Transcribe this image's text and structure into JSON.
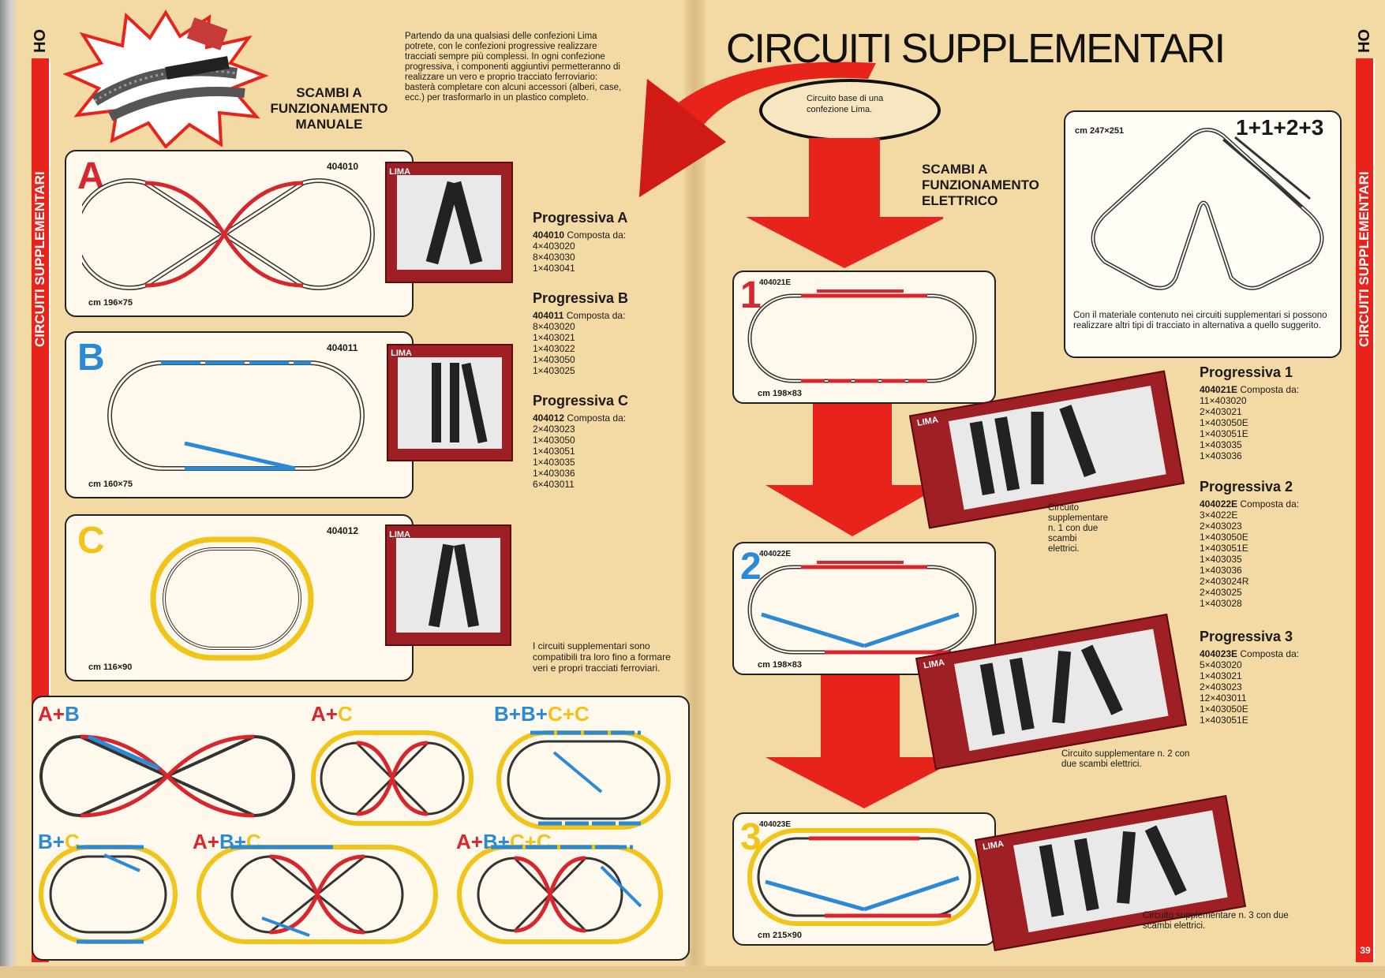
{
  "page": {
    "side_tab_left": "HO",
    "side_label_left": "CIRCUITI SUPPLEMENTARI",
    "side_tab_right": "HO",
    "side_label_right": "CIRCUITI SUPPLEMENTARI",
    "page_number": "39"
  },
  "left": {
    "heading": [
      "SCAMBI A",
      "FUNZIONAMENTO",
      "MANUALE"
    ],
    "intro": "Partendo da una qualsiasi delle confezioni Lima potrete, con le confezioni progressive realizzare tracciati sempre più complessi. In ogni confezione progressiva, i componenti aggiuntivi permetteranno di realizzare un vero e proprio tracciato ferroviario: basterà completare con alcuni accessori (alberi, case, ecc.) per trasformarlo in un plastico completo.",
    "panels": [
      {
        "letter": "A",
        "code": "404010",
        "dim": "cm 196×75",
        "color": "#d8262e"
      },
      {
        "letter": "B",
        "code": "404011",
        "dim": "cm 160×75",
        "color": "#2a8ad6"
      },
      {
        "letter": "C",
        "code": "404012",
        "dim": "cm 116×90",
        "color": "#f0c419"
      }
    ],
    "box_label": "LIMA",
    "progressive": [
      {
        "title": "Progressiva A",
        "code": "404010",
        "desc": "Composta da:",
        "items": [
          "4×403020",
          "8×403030",
          "1×403041"
        ]
      },
      {
        "title": "Progressiva B",
        "code": "404011",
        "desc": "Composta da:",
        "items": [
          "8×403020",
          "1×403021",
          "1×403022",
          "1×403050",
          "1×403025"
        ]
      },
      {
        "title": "Progressiva C",
        "code": "404012",
        "desc": "Composta da:",
        "items": [
          "2×403023",
          "1×403050",
          "1×403051",
          "1×403035",
          "1×403036",
          "6×403011"
        ]
      }
    ],
    "compat_note": "I circuiti supplementari sono compatibili tra loro fino a formare veri e propri tracciati ferroviari.",
    "combos": [
      {
        "parts": [
          "A",
          "+",
          "B"
        ]
      },
      {
        "parts": [
          "A",
          "+",
          "C"
        ]
      },
      {
        "parts": [
          "B",
          "+",
          "B",
          "+",
          "C",
          "+",
          "C"
        ]
      },
      {
        "parts": [
          "B",
          "+",
          "C"
        ]
      },
      {
        "parts": [
          "A",
          "+",
          "B",
          "+",
          "C"
        ]
      },
      {
        "parts": [
          "A",
          "+",
          "B",
          "+",
          "C",
          "+",
          "C"
        ]
      }
    ]
  },
  "right": {
    "title": "CIRCUITI SUPPLEMENTARI",
    "base_note": "Circuito base di una confezione Lima.",
    "heading": [
      "SCAMBI A",
      "FUNZIONAMENTO",
      "ELETTRICO"
    ],
    "panels": [
      {
        "num": "1",
        "code": "404021E",
        "dim": "cm 198×83"
      },
      {
        "num": "2",
        "code": "404022E",
        "dim": "cm 198×83"
      },
      {
        "num": "3",
        "code": "404023E",
        "dim": "cm 215×90"
      }
    ],
    "big_panel": {
      "dim": "cm 247×251",
      "formula": "1+1+2+3"
    },
    "big_note": "Con il materiale contenuto nei circuiti supplementari si possono realizzare altri tipi di tracciato in alternativa a quello suggerito.",
    "box_label": "LIMA",
    "captions": [
      "Circuito supplementare n. 1 con due scambi elettrici.",
      "Circuito supplementare n. 2 con due scambi elettrici.",
      "Circuito supplementare n. 3 con due scambi elettrici."
    ],
    "progressive": [
      {
        "title": "Progressiva 1",
        "code": "404021E",
        "desc": "Composta da:",
        "items": [
          "11×403020",
          "2×403021",
          "1×403050E",
          "1×403051E",
          "1×403035",
          "1×403036"
        ]
      },
      {
        "title": "Progressiva 2",
        "code": "404022E",
        "desc": "Composta da:",
        "items": [
          "3×4022E",
          "2×403023",
          "1×403050E",
          "1×403051E",
          "1×403035",
          "1×403036",
          "2×403024R",
          "2×403025",
          "1×403028"
        ]
      },
      {
        "title": "Progressiva 3",
        "code": "404023E",
        "desc": "Composta da:",
        "items": [
          "5×403020",
          "1×403021",
          "2×403023",
          "12×403011",
          "1×403050E",
          "1×403051E"
        ]
      }
    ]
  },
  "colors": {
    "red": "#d8262e",
    "blue": "#2a8ad6",
    "yellow": "#f0c419",
    "arrow": "#e8231c",
    "page": "#f3d9a3"
  }
}
